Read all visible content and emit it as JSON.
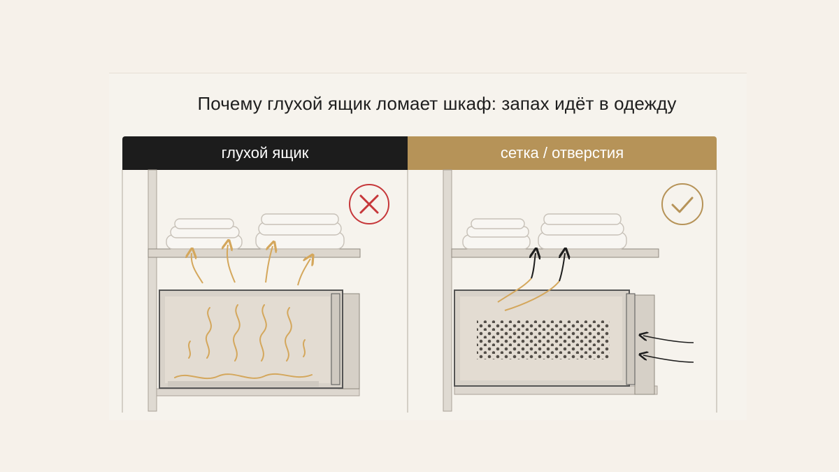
{
  "title": "Почему глухой ящик ломает шкаф: запах идёт в одежду",
  "panels": {
    "left": {
      "label": "глухой ящик",
      "verdict_icon": "cross-icon",
      "accent": "#c6373a"
    },
    "right": {
      "label": "сетка / отверстия",
      "verdict_icon": "check-icon",
      "accent": "#b69358"
    }
  },
  "colors": {
    "header_dark": "#1c1c1c",
    "header_gold": "#b69358",
    "odor_arrows": "#d4a75c",
    "airflow_arrows": "#1e1e1e"
  }
}
